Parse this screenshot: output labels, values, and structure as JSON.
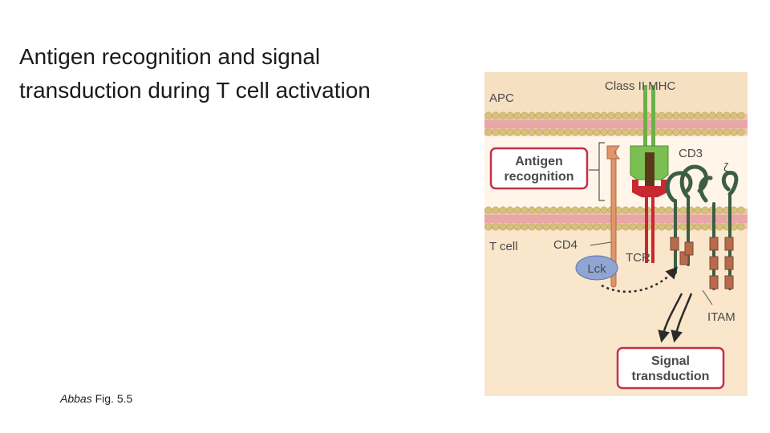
{
  "slide": {
    "title_line1": "Antigen recognition and signal",
    "title_line2": "transduction during T cell activation",
    "citation_author": "Abbas",
    "citation_rest": " Fig. 5.5"
  },
  "figure": {
    "labels": {
      "apc": "APC",
      "class_ii_mhc": "Class II MHC",
      "cd3": "CD3",
      "zeta": "ζ",
      "t_cell": "T cell",
      "cd4": "CD4",
      "tcr": "TCR",
      "lck": "Lck",
      "itam": "ITAM"
    },
    "boxes": {
      "antigen_line1": "Antigen",
      "antigen_line2": "recognition",
      "signal_line1": "Signal",
      "signal_line2": "transduction"
    },
    "colors": {
      "apc_background": "#f6e0c2",
      "membrane_bead": "#d6c27a",
      "membrane_band": "#e9a6a6",
      "mhc": "#7bbf53",
      "tcr": "#c8282f",
      "cd3": "#3e5e44",
      "itam": "#b86a4d",
      "lck": "#8fa5d3",
      "cd4": "#e0956a",
      "box_border": "#c0334a"
    }
  }
}
